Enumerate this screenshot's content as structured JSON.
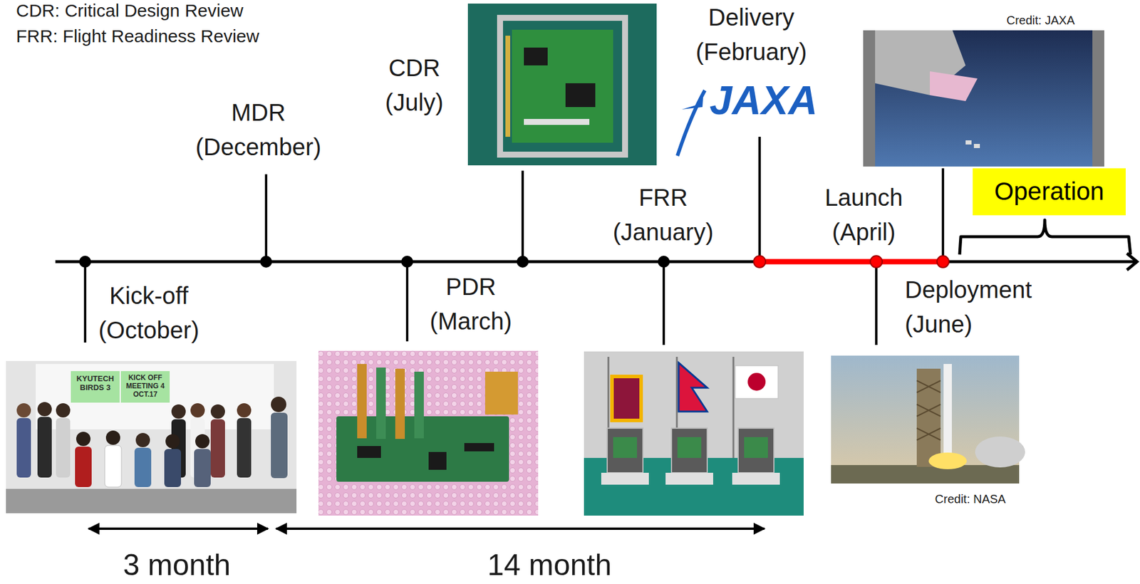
{
  "diagram": {
    "nodes": [
      {
        "text": [
          "Operation"
        ]
      }
    ],
    "labels": [
      "CDR: Critical Design Review",
      "FRR: Flight Readiness Review",
      "MDR (December)",
      "CDR (July)",
      "Delivery (February)",
      "Credit: JAXA",
      "JAXA",
      "FRR (January)",
      "Launch (April)",
      "Kick-off (October)",
      "PDR (March)",
      "Deployment (June)",
      "KYUTECH BIRDS 3",
      "KICK OFF MEETING 4 OCT.17",
      "Credit: NASA",
      "3 month",
      "14 month"
    ]
  }
}
